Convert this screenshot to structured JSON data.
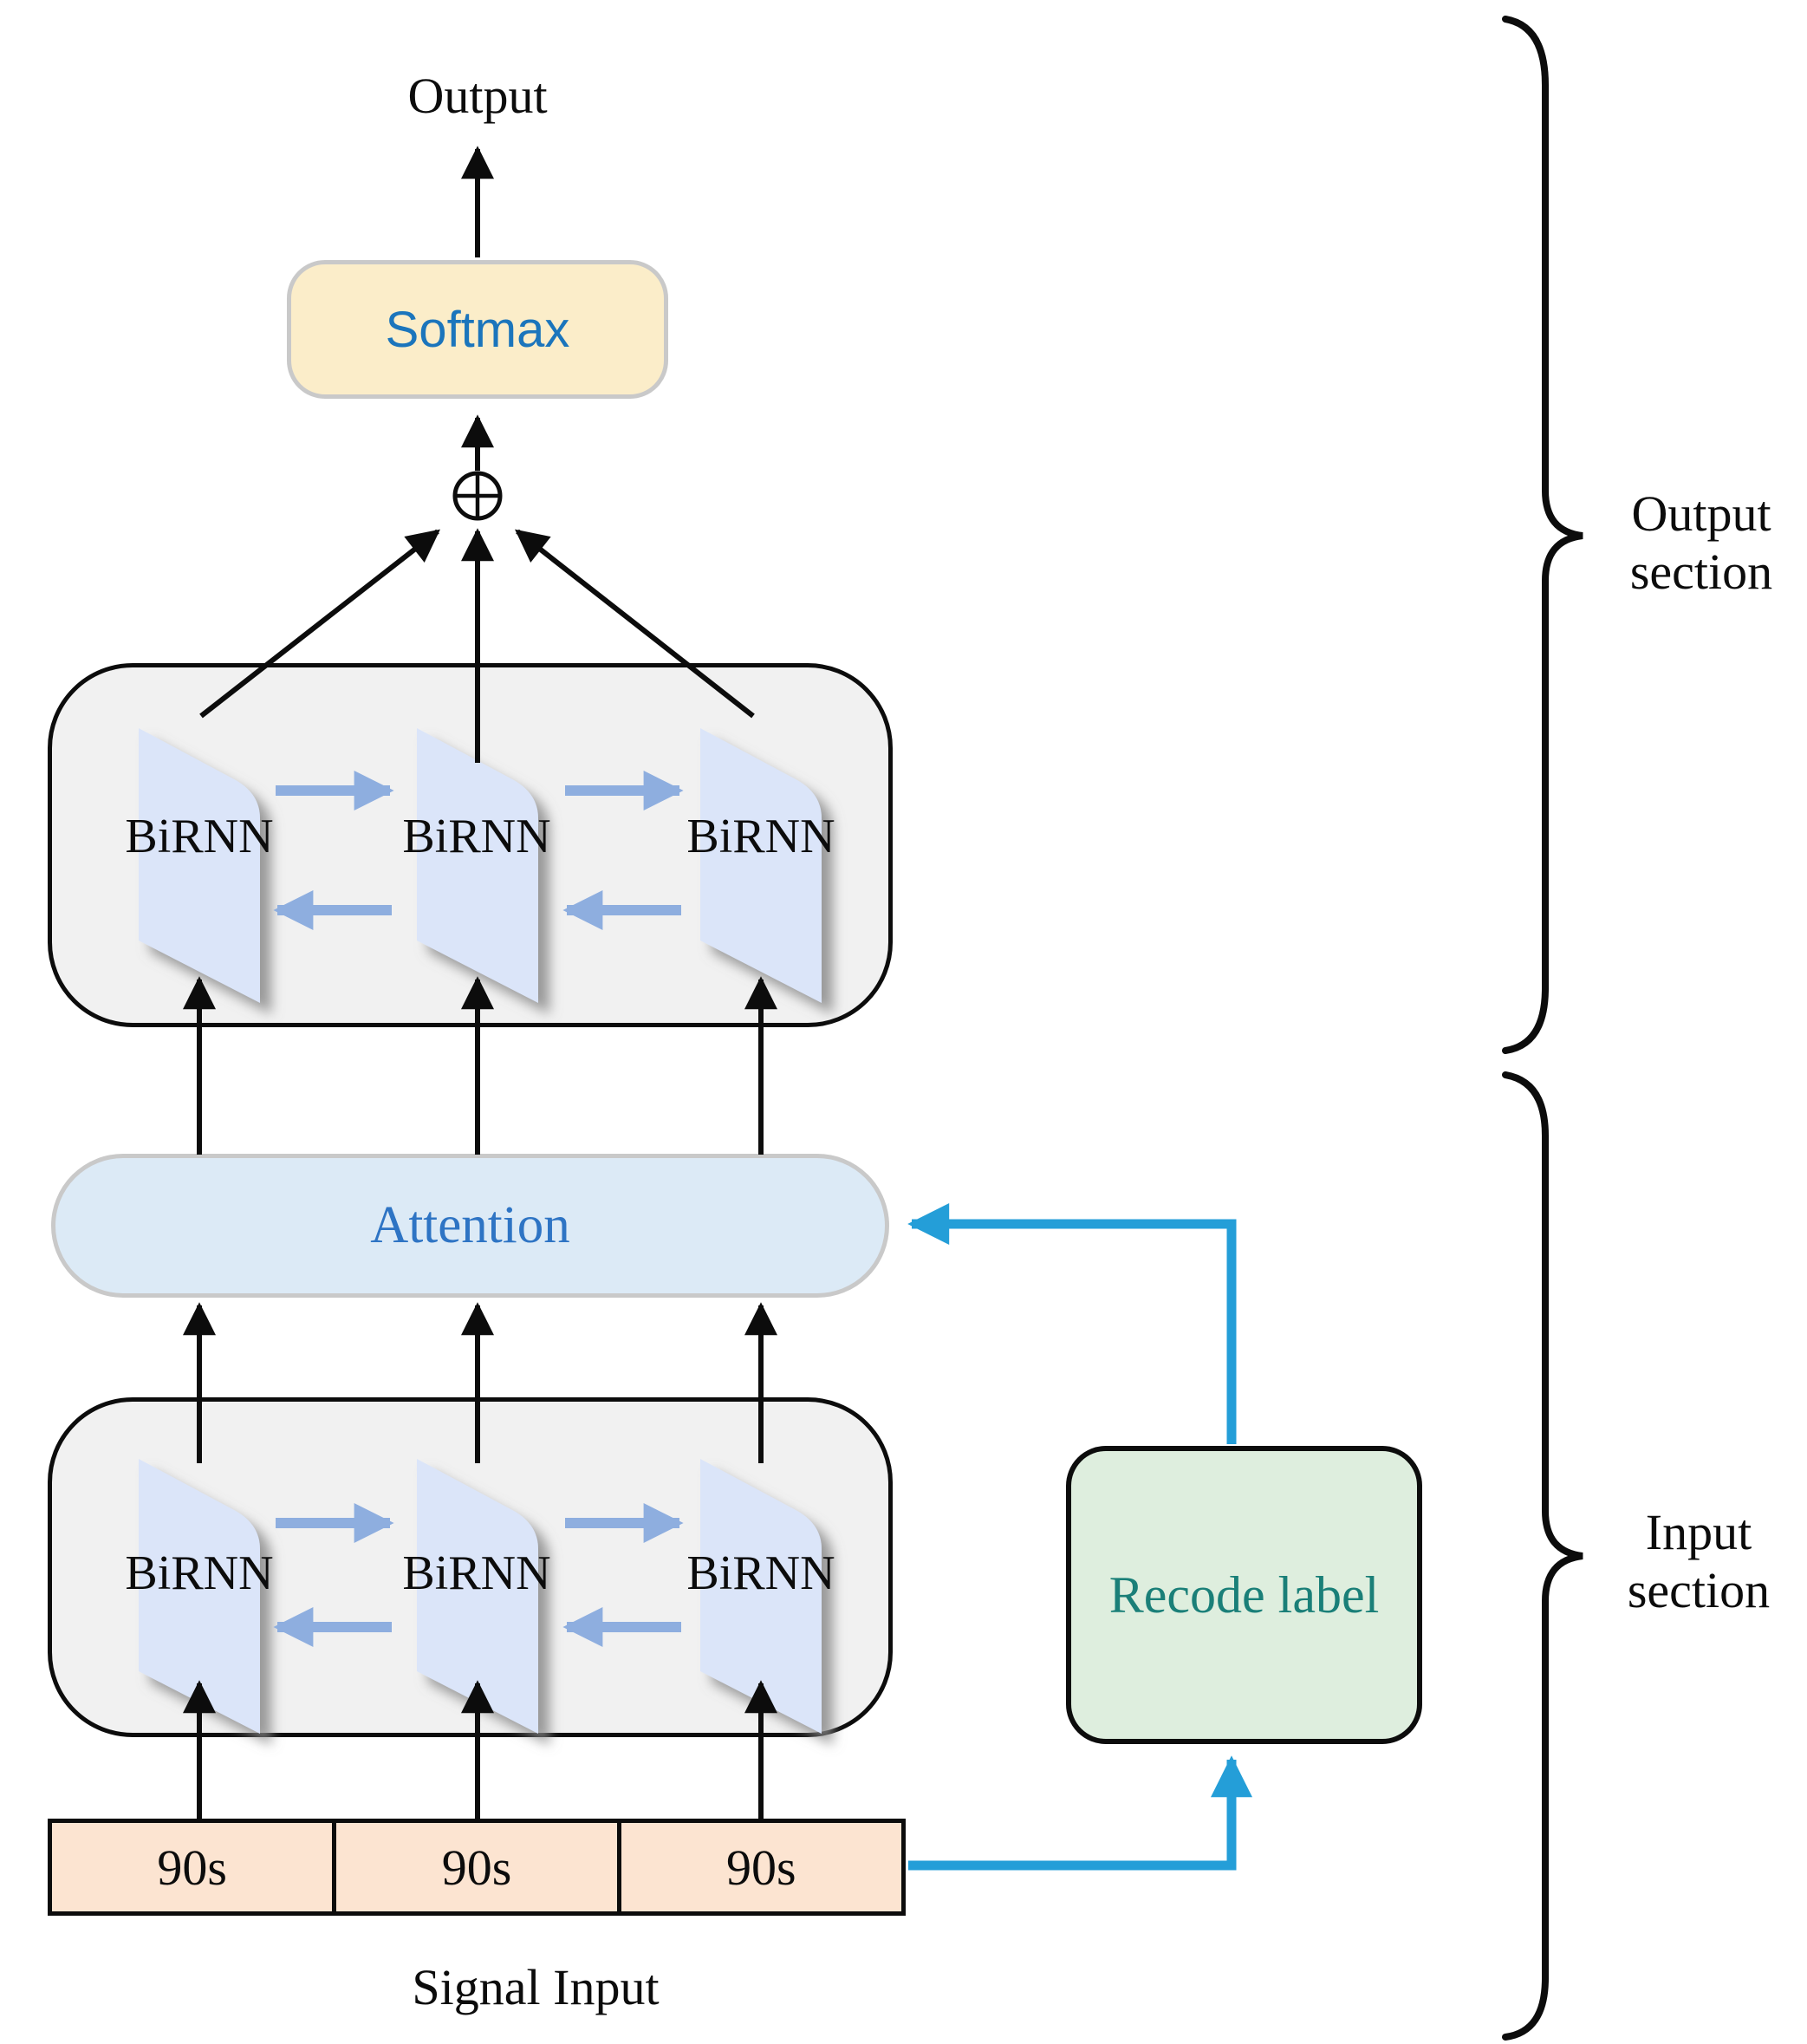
{
  "labels": {
    "output": "Output",
    "softmax": "Softmax",
    "attention": "Attention",
    "recode": "Recode label",
    "signal_input": "Signal Input",
    "output_section": "Output section",
    "input_section": "Input section"
  },
  "encoders": {
    "top": [
      "BiRNN",
      "BiRNN",
      "BiRNN"
    ],
    "bottom": [
      "BiRNN",
      "BiRNN",
      "BiRNN"
    ]
  },
  "signal_segments": [
    "90s",
    "90s",
    "90s"
  ],
  "icons": {
    "sum": "circled-plus-icon",
    "forward_arrows": "right-arrow-icon",
    "backward_arrows": "left-arrow-icon"
  },
  "colors": {
    "ink": "#0c0c0c",
    "softmax-fill": "#FBEDC9",
    "softmax-text": "#1B75BC",
    "box-border-gray": "#C9C9C9",
    "container-fill": "#F1F1F1",
    "sheet-fill": "#DBE5F9",
    "sheet-arrow": "#8EAEDF",
    "attention-fill": "#DCEAF6",
    "attention-text": "#2E74C4",
    "recode-fill": "#DEEEDE",
    "recode-text": "#1A7F78",
    "signal-fill": "#FCE4D1",
    "connector-blue": "#249ED8"
  }
}
